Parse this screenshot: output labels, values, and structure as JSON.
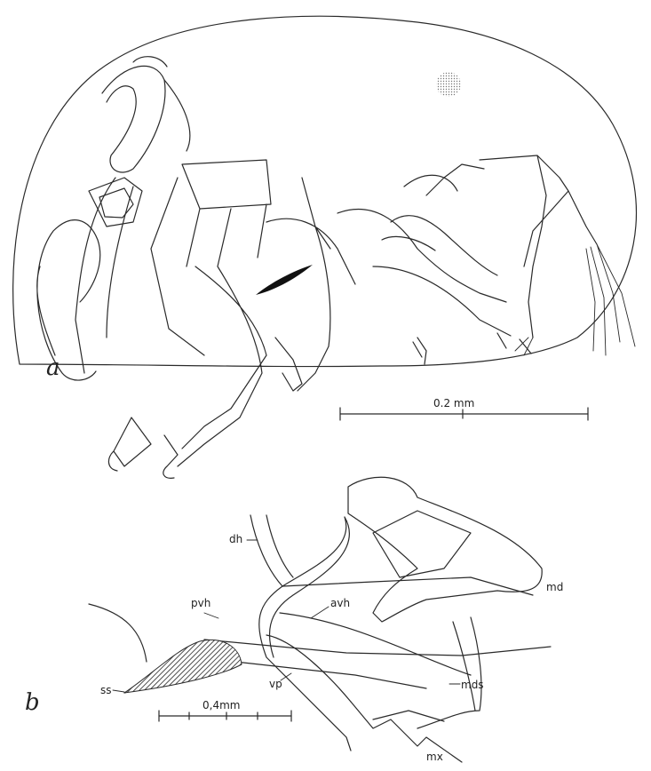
{
  "panels": {
    "a": "a",
    "b": "b"
  },
  "scale_bars": {
    "a": {
      "label": "0.2  mm"
    },
    "b": {
      "label": "0,4mm"
    }
  },
  "labels_b": {
    "dh": "dh",
    "pvh": "pvh",
    "avh": "avh",
    "md": "md",
    "ss": "ss",
    "vp": "vp",
    "mds": "mds",
    "mx": "mx"
  },
  "colors": {
    "ink": "#2a2a2a",
    "paper": "#ffffff"
  }
}
